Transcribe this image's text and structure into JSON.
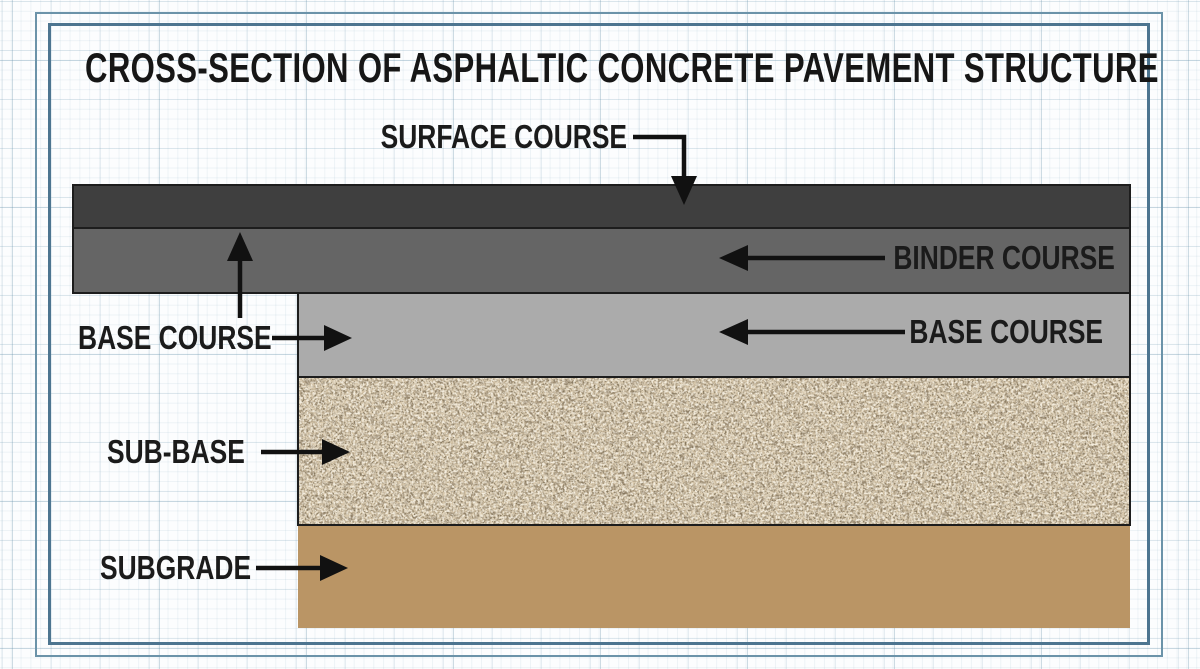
{
  "diagram": {
    "title": "CROSS-SECTION OF ASPHALTIC CONCRETE PAVEMENT STRUCTURE",
    "type": "pavement-cross-section",
    "layers": {
      "surface": {
        "label": "SURFACE COURSE",
        "color": "#3f3f3f"
      },
      "binder": {
        "label": "BINDER COURSE",
        "color": "#656565"
      },
      "base": {
        "label": "BASE COURSE",
        "color": "#ababab"
      },
      "subbase": {
        "label": "SUB-BASE",
        "color": "#d7c7ab",
        "speckle_color": "#3e3222"
      },
      "subgrade": {
        "label": "SUBGRADE",
        "color": "#ba9565"
      }
    },
    "left_base_label": "BASE COURSE",
    "colors": {
      "layer_outline": "#1d1d1d",
      "arrow": "#111111",
      "frame_outer": "#6b93a9",
      "frame_inner": "#4d7590",
      "text": "#1b1b1b",
      "paper": "#fcfdfe",
      "grid": "#a9c4d4"
    }
  }
}
